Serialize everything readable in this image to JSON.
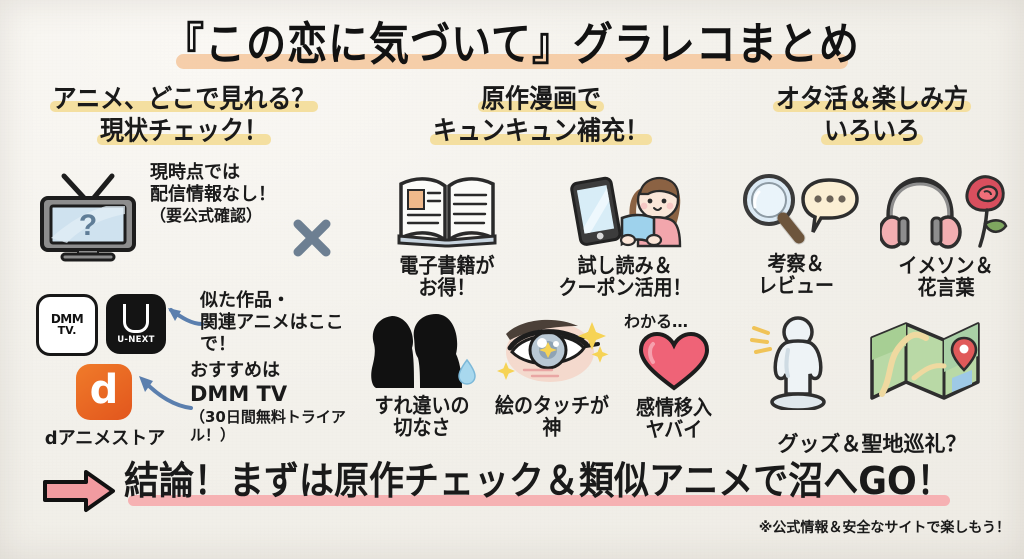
{
  "title": "『この恋に気づいて』グラレコまとめ",
  "columns": [
    {
      "heading_line1": "アニメ、どこで見れる？",
      "heading_line2": "現状チェック！",
      "tv": {
        "icon": "tv-question-icon",
        "text_line1": "現時点では",
        "text_line2": "配信情報なし！",
        "text_line3": "（要公式確認）",
        "mark": "x-mark-icon"
      },
      "services": {
        "dmm_label_top": "DMM",
        "dmm_label_bottom": "TV.",
        "unext_label": "U-NEXT",
        "note_line1": "似た作品・",
        "note_line2": "関連アニメはここで！"
      },
      "dstore": {
        "logo_letter": "d",
        "label": "dアニメストア",
        "note_line1": "おすすめは",
        "note_line2": "DMM TV",
        "note_line3": "（30日間無料トライアル！）"
      }
    },
    {
      "heading_line1": "原作漫画で",
      "heading_line2": "キュンキュン補充！",
      "items_row1": [
        {
          "icon": "open-book-icon",
          "label_line1": "電子書籍が",
          "label_line2": "お得！"
        },
        {
          "icon": "girl-reading-phone-icon",
          "label_line1": "試し読み＆",
          "label_line2": "クーポン活用！"
        }
      ],
      "items_row2": [
        {
          "icon": "couple-silhouette-icon",
          "label_line1": "すれ違いの",
          "label_line2": "切なさ"
        },
        {
          "icon": "anime-eye-icon",
          "label_line1": "絵のタッチが",
          "label_line2": "神"
        },
        {
          "icon": "heart-icon",
          "caption": "わかる…",
          "label_line1": "感情移入",
          "label_line2": "ヤバイ"
        }
      ]
    },
    {
      "heading_line1": "オタ活＆楽しみ方",
      "heading_line2": "いろいろ",
      "items_row1": [
        {
          "icon": "magnifier-speech-icon",
          "label_line1": "考察＆",
          "label_line2": "レビュー"
        },
        {
          "icon": "headphones-rose-icon",
          "label_line1": "イメソン＆",
          "label_line2": "花言葉"
        }
      ],
      "items_row2": [
        {
          "icon": "figure-statue-icon"
        },
        {
          "icon": "folded-map-icon"
        }
      ],
      "row2_label": "グッズ＆聖地巡礼？"
    }
  ],
  "footer": {
    "arrow": "right-arrow-icon",
    "conclusion": "結論！まずは原作チェック＆類似アニメで沼へGO！",
    "note": "※公式情報＆安全なサイトで楽しもう！"
  },
  "colors": {
    "background": "#f3f1ec",
    "title_highlight": "#f4c79c",
    "heading_highlight": "#f4dfa0",
    "footer_highlight": "#f6aeb0",
    "accent_orange": "#e2561d",
    "arrow_blue": "#5b7fae",
    "heart_pink": "#ef6377"
  }
}
